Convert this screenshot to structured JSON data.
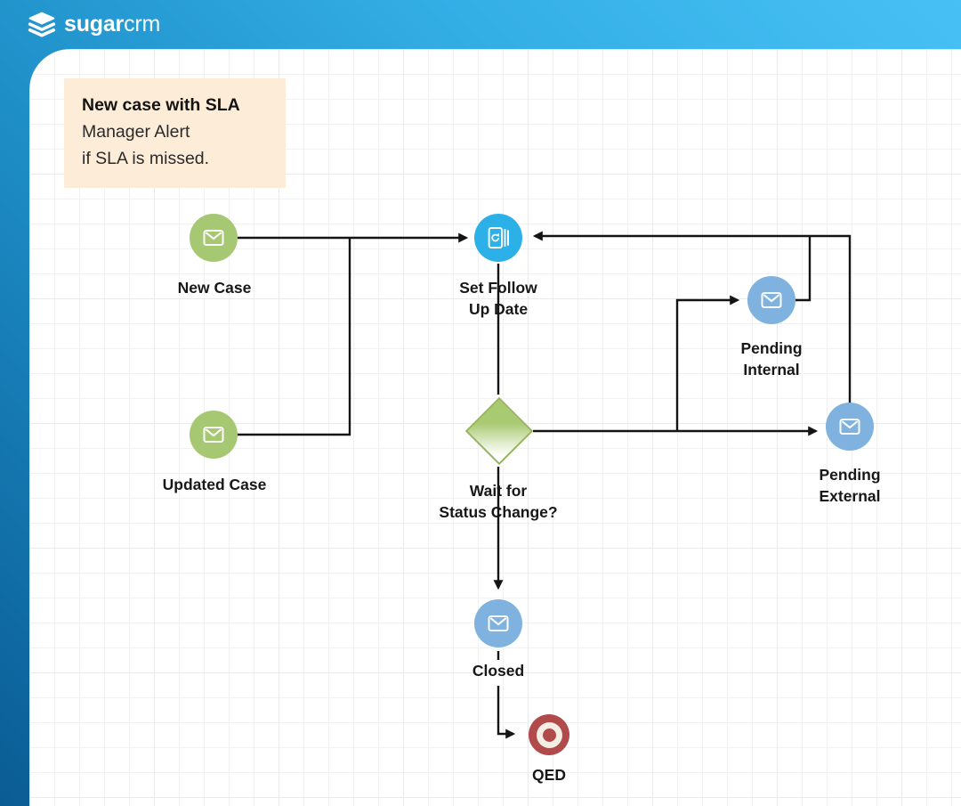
{
  "header": {
    "brand_primary": "sugar",
    "brand_secondary": "crm"
  },
  "annotation": {
    "title": "New case with SLA",
    "line2": "Manager Alert",
    "line3": "if SLA is missed."
  },
  "nodes": {
    "new_case": {
      "label": "New Case",
      "icon": "envelope",
      "color": "#a6c873"
    },
    "updated_case": {
      "label": "Updated Case",
      "icon": "envelope",
      "color": "#a6c873"
    },
    "set_follow_up_date": {
      "label_line1": "Set Follow",
      "label_line2": "Up Date",
      "icon": "book-sync",
      "color": "#2cb0e8"
    },
    "wait_for_status_change": {
      "label_line1": "Wait for",
      "label_line2": "Status Change?",
      "color": "#a7c96f"
    },
    "pending_internal": {
      "label_line1": "Pending",
      "label_line2": "Internal",
      "icon": "envelope",
      "color": "#7fb2de"
    },
    "pending_external": {
      "label_line1": "Pending",
      "label_line2": "External",
      "icon": "envelope",
      "color": "#7fb2de"
    },
    "closed": {
      "label": "Closed",
      "icon": "envelope",
      "color": "#7fb2de"
    },
    "qed": {
      "label": "QED",
      "icon": "target",
      "color": "#b04a4b"
    }
  },
  "colors": {
    "header_blue_light": "#47c1f5",
    "backdrop_blue_dark": "#0a5c94",
    "canvas_white": "#ffffff",
    "grid_line": "#eff1f6",
    "note_bg": "#fcecd8",
    "start_event_green": "#a6c873",
    "activity_blue": "#2cb0e8",
    "wait_event_blue": "#7fb2de",
    "gateway_green": "#a7c96f",
    "end_event_red": "#b04a4b",
    "connector_black": "#141414"
  }
}
